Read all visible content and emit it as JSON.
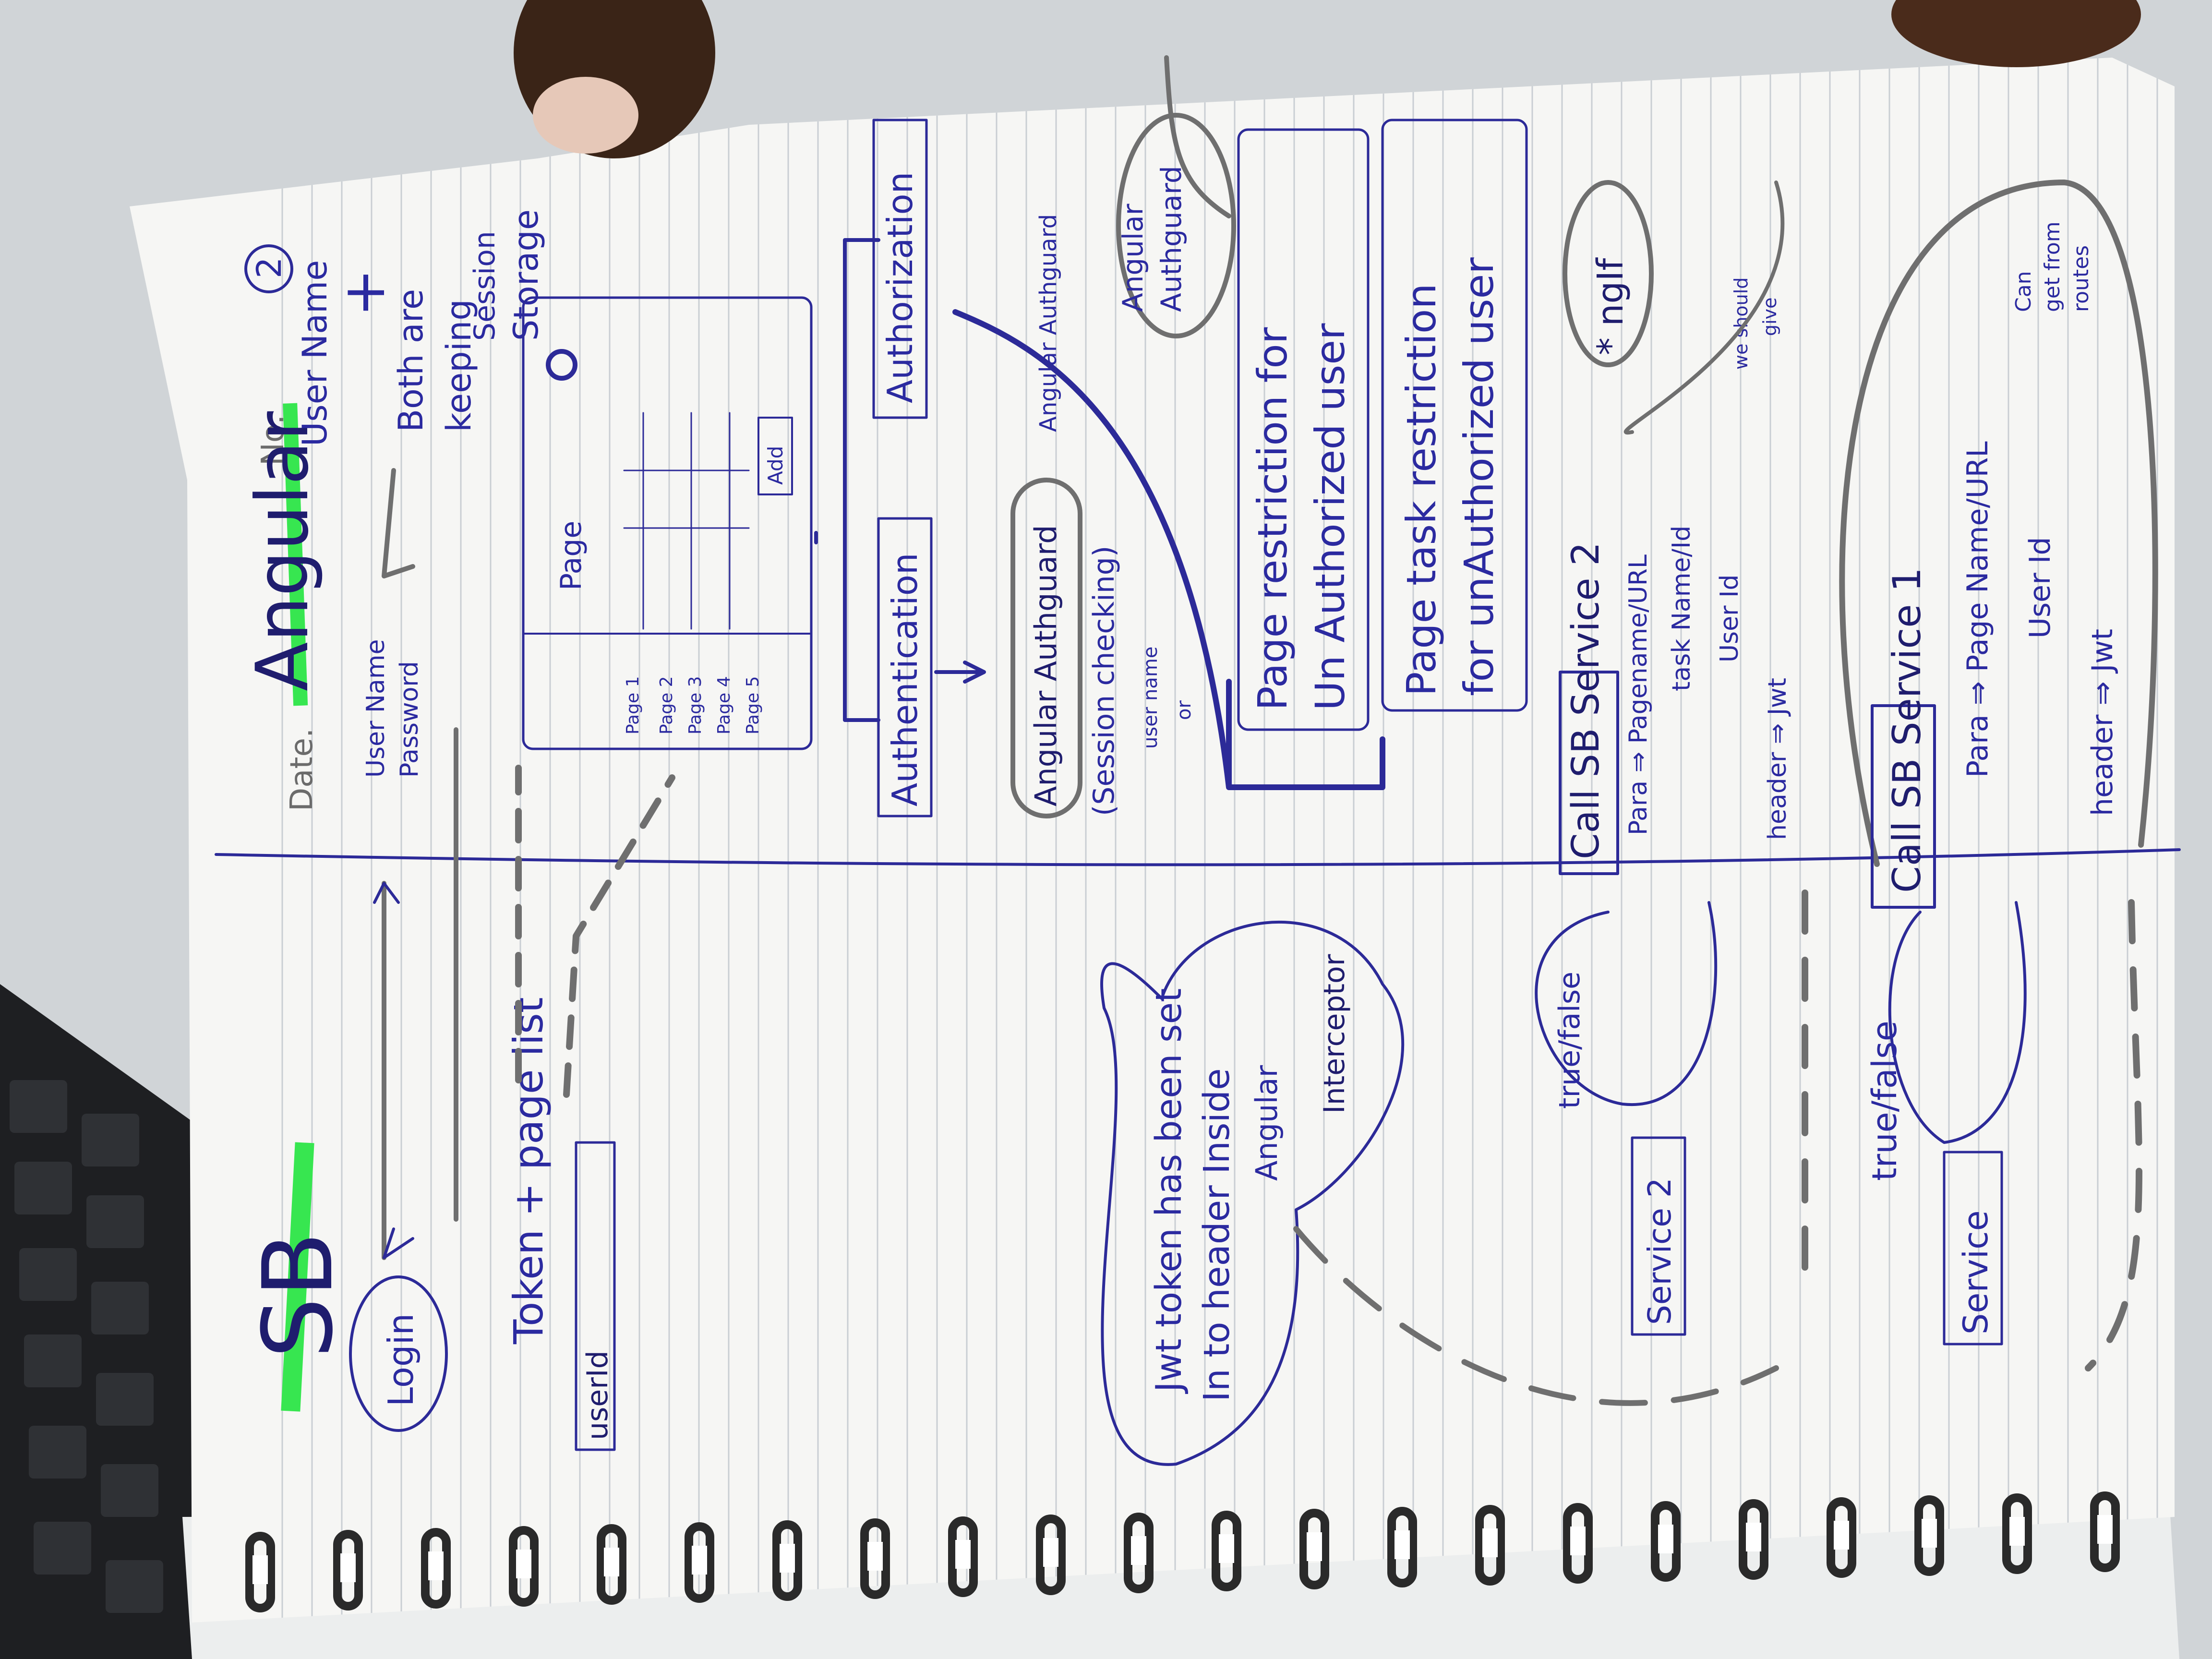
{
  "page_header": {
    "date_label": "Date.",
    "no_label": "No.",
    "circled_number": "2"
  },
  "left_section": {
    "heading": "SB",
    "login_bubble": "Login",
    "arrow_return_label": "Token + page list",
    "user_id_box": "userId",
    "jwt_cloud": [
      "Jwt token has been set",
      "In to header Inside",
      "Angular"
    ],
    "interceptor_label": "Interceptor",
    "service2_box": "Service 2",
    "service1_box": "Service",
    "true_false_upper": "true/false",
    "true_false_lower": "true/false"
  },
  "right_section": {
    "heading": "Angular",
    "top_label": "User Name",
    "plus_sign": "+",
    "credentials": [
      "User Name",
      "Password"
    ],
    "storage_note": [
      "Both are",
      "keeping",
      "Session",
      "Storage"
    ],
    "mockup": {
      "title": "Page",
      "menu_items": [
        "Page 1",
        "Page 2",
        "Page 3",
        "Page 4",
        "Page 5"
      ],
      "add_button": "Add"
    },
    "authorization_box": "Authorization",
    "authentication_box": "Authentication",
    "authguard_bubble": "Angular Authguard",
    "session_check": [
      "(Session checking)",
      "user name",
      "or"
    ],
    "angular_authguard_top": [
      "Angular",
      "Authguard"
    ],
    "authguard_arrow_label": "Angular Authguard",
    "page_restriction_box": [
      "Page restriction for",
      "Un Authorized user"
    ],
    "task_restriction_box": [
      "Page task restriction",
      "for unAuthorized user"
    ],
    "ngif_bubble": "* ngIf",
    "we_should_give": [
      "we should",
      "give"
    ],
    "call_service2": "Call SB Service 2",
    "call_service2_params": [
      "Para ⇒ Pagename/URL",
      "task Name/Id",
      "User Id",
      "header ⇒ Jwt"
    ],
    "call_service1": "Call SB Service 1",
    "call_service1_params": [
      "Para ⇒ Page Name/URL",
      "User Id",
      "header ⇒ Jwt"
    ],
    "can_get_from_routes": [
      "Can",
      "get from",
      "routes"
    ]
  }
}
